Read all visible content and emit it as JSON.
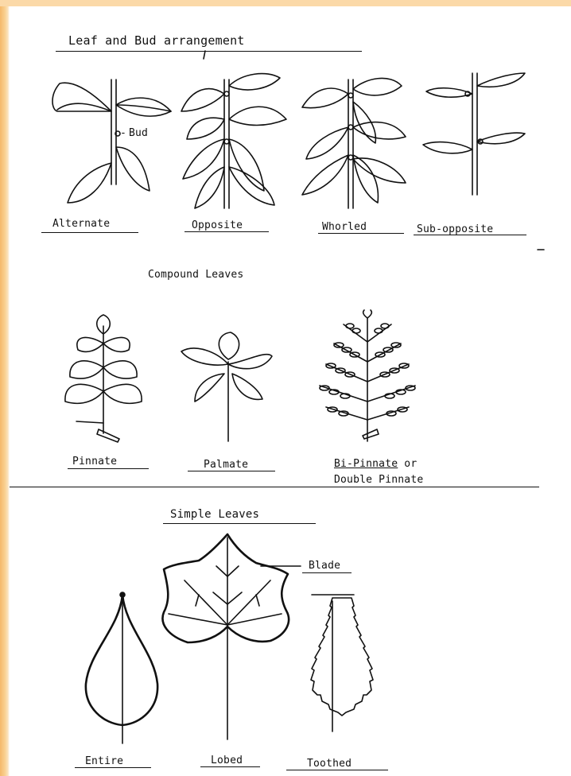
{
  "sections": {
    "arrangement": {
      "title": "Leaf and Bud arrangement",
      "bud_label": "Bud",
      "items": [
        "Alternate",
        "Opposite",
        "Whorled",
        "Sub-opposite"
      ]
    },
    "compound": {
      "title": "Compound Leaves",
      "items": [
        "Pinnate",
        "Palmate"
      ],
      "bipinnate_line1": "Bi-Pinnate",
      "bipinnate_or": " or",
      "bipinnate_line2": "Double Pinnate"
    },
    "simple": {
      "title": "Simple Leaves",
      "blade_label": "Blade",
      "items": [
        "Entire",
        "Lobed",
        "Toothed"
      ]
    }
  },
  "colors": {
    "ink": "#111111",
    "border": "#f5b86a"
  }
}
